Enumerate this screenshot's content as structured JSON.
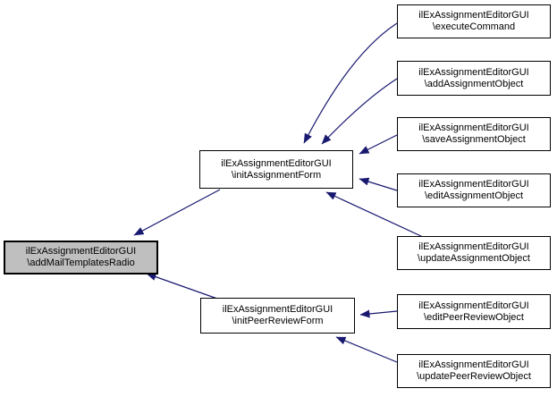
{
  "graph": {
    "type": "caller-graph",
    "colors": {
      "background": "#ffffff",
      "arrow": "#191970",
      "node_fill": "#ffffff",
      "node_border": "#000000",
      "highlight_fill": "#bfbfbf",
      "text": "#000000"
    },
    "nodes": [
      {
        "id": "addMailTemplatesRadio",
        "label_line1": "ilExAssignmentEditorGUI",
        "label_line2": "\\addMailTemplatesRadio",
        "highlighted": true
      },
      {
        "id": "initAssignmentForm",
        "label_line1": "ilExAssignmentEditorGUI",
        "label_line2": "\\initAssignmentForm",
        "highlighted": false
      },
      {
        "id": "initPeerReviewForm",
        "label_line1": "ilExAssignmentEditorGUI",
        "label_line2": "\\initPeerReviewForm",
        "highlighted": false
      },
      {
        "id": "executeCommand",
        "label_line1": "ilExAssignmentEditorGUI",
        "label_line2": "\\executeCommand",
        "highlighted": false
      },
      {
        "id": "addAssignmentObject",
        "label_line1": "ilExAssignmentEditorGUI",
        "label_line2": "\\addAssignmentObject",
        "highlighted": false
      },
      {
        "id": "saveAssignmentObject",
        "label_line1": "ilExAssignmentEditorGUI",
        "label_line2": "\\saveAssignmentObject",
        "highlighted": false
      },
      {
        "id": "editAssignmentObject",
        "label_line1": "ilExAssignmentEditorGUI",
        "label_line2": "\\editAssignmentObject",
        "highlighted": false
      },
      {
        "id": "updateAssignmentObject",
        "label_line1": "ilExAssignmentEditorGUI",
        "label_line2": "\\updateAssignmentObject",
        "highlighted": false
      },
      {
        "id": "editPeerReviewObject",
        "label_line1": "ilExAssignmentEditorGUI",
        "label_line2": "\\editPeerReviewObject",
        "highlighted": false
      },
      {
        "id": "updatePeerReviewObject",
        "label_line1": "ilExAssignmentEditorGUI",
        "label_line2": "\\updatePeerReviewObject",
        "highlighted": false
      }
    ],
    "edges": [
      {
        "from": "initAssignmentForm",
        "to": "addMailTemplatesRadio"
      },
      {
        "from": "initPeerReviewForm",
        "to": "addMailTemplatesRadio"
      },
      {
        "from": "executeCommand",
        "to": "initAssignmentForm"
      },
      {
        "from": "addAssignmentObject",
        "to": "initAssignmentForm"
      },
      {
        "from": "saveAssignmentObject",
        "to": "initAssignmentForm"
      },
      {
        "from": "editAssignmentObject",
        "to": "initAssignmentForm"
      },
      {
        "from": "updateAssignmentObject",
        "to": "initAssignmentForm"
      },
      {
        "from": "editPeerReviewObject",
        "to": "initPeerReviewForm"
      },
      {
        "from": "updatePeerReviewObject",
        "to": "initPeerReviewForm"
      }
    ]
  }
}
